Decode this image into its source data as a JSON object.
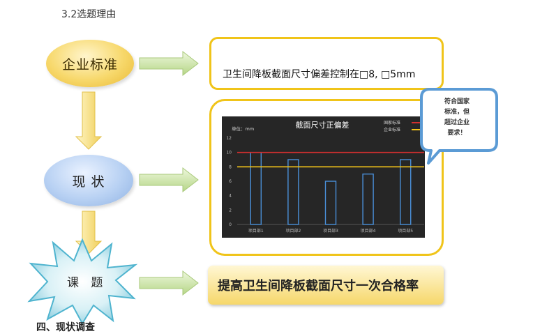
{
  "section_title": "3.2选题理由",
  "bottom_heading": "四、现状调查",
  "flow": {
    "standard_label": "企业标准",
    "current_label": "现 状",
    "topic_label": "课 题"
  },
  "boxes": {
    "standard_text": "卫生间降板截面尺寸偏差控制在□8, □5mm",
    "topic_text": "提高卫生间降板截面尺寸一次合格率"
  },
  "callout": {
    "line1": "符合国家",
    "line2": "标准，但",
    "line3": "超过企业",
    "line4": "要求！"
  },
  "colors": {
    "national_line": "#d32f2f",
    "enterprise_line": "#f2c318",
    "bar_outline": "#4a90d9",
    "chart_bg": "#262626"
  },
  "chart_data": {
    "type": "bar",
    "title": "截面尺寸正偏差",
    "unit_label": "单位：mm",
    "categories": [
      "项目部1",
      "项目部2",
      "项目部3",
      "项目部4",
      "项目部5"
    ],
    "series": [
      {
        "values": [
          10,
          9,
          6,
          7,
          9
        ]
      }
    ],
    "reference_lines": [
      {
        "name": "国家标准",
        "value": 10
      },
      {
        "name": "企业标准",
        "value": 8
      }
    ],
    "y_ticks": [
      "0",
      "2",
      "4",
      "6",
      "8",
      "10",
      "12"
    ],
    "ylim": [
      0,
      12
    ],
    "legend_position": "top-right",
    "grid": false
  }
}
